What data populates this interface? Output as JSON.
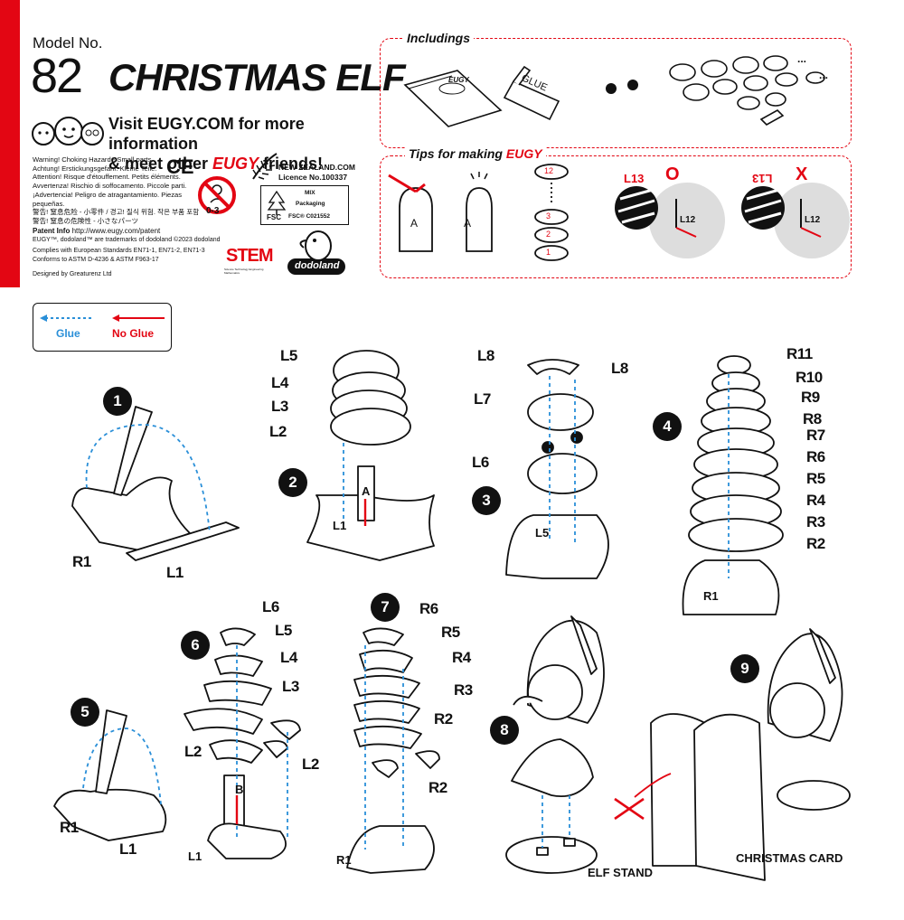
{
  "header": {
    "model_label": "Model No.",
    "model_number": "82",
    "title": "CHRISTMAS ELF",
    "visit_line1_pre": "Visit ",
    "visit_line1_site": "EUGY.COM",
    "visit_line1_post": " for more information",
    "visit_line2_pre": "& meet other ",
    "visit_line2_brand": "EUGY",
    "visit_line2_post": " friends!",
    "ce_mark": "CE",
    "age_mark": "0-3"
  },
  "warnings": [
    "Warning! Choking Hazard - Small parts.",
    "Achtung! Erstickungsgefahr. Kleine Teile.",
    "Attention! Risque d'étouffement. Petits éléments.",
    "Avvertenza! Rischio di soffocamento. Piccole parti.",
    "¡Advertencia! Peligro de atragantamiento. Piezas pequeñas.",
    "警告! 窒息危险 - 小零件 / 경고! 질식 위험. 작은 부품 포함",
    "警告! 窒息の危険性 - 小さなパーツ"
  ],
  "info": {
    "patent_label": "Patent Info",
    "patent_url": "http://www.eugy.com/patent",
    "trademark": "EUGY™, dodoland™ are trademarks of dodoland ©2023 dodoland",
    "standards1": "Complies with European Standards EN71-1, EN71-2, EN71-3",
    "standards2": "Conforms to ASTM D-4236 & ASTM F963-17",
    "designed_by": "Designed by Greaturenz Ltd"
  },
  "nz": {
    "site": "NEW ZEALAND.COM",
    "licence": "Licence No.100337",
    "tm": "TM"
  },
  "fsc": {
    "mix": "MIX",
    "packaging": "Packaging",
    "code": "FSC® C021552",
    "fsc_label": "FSC"
  },
  "logos": {
    "stem": "STEM",
    "stem_sub": "Science Technology Engineering Mathematics",
    "dodoland": "dodoland"
  },
  "includings": {
    "title": "Includings",
    "glue": "GLUE",
    "eugy_sheet": "EUGY",
    "ellipsis": "..."
  },
  "tips": {
    "title_pre": "Tips for making ",
    "title_brand": "EUGY",
    "piece_letter": "A",
    "disc_numbers": [
      "12",
      "3",
      "2",
      "1"
    ],
    "correct_mark": "O",
    "wrong_mark": "X",
    "l13": "L13",
    "l12": "L12"
  },
  "legend": {
    "glue": "Glue",
    "no_glue": "No Glue"
  },
  "steps": [
    "1",
    "2",
    "3",
    "4",
    "5",
    "6",
    "7",
    "8",
    "9"
  ],
  "step1": {
    "r1": "R1",
    "l1": "L1"
  },
  "step2": {
    "l5": "L5",
    "l4": "L4",
    "l3": "L3",
    "l2": "L2",
    "l1": "L1",
    "a": "A"
  },
  "step3": {
    "l8a": "L8",
    "l8b": "L8",
    "l7": "L7",
    "l6": "L6",
    "l5": "L5"
  },
  "step4": {
    "labels": [
      "R11",
      "R10",
      "R9",
      "R8",
      "R7",
      "R6",
      "R5",
      "R4",
      "R3",
      "R2"
    ],
    "r1": "R1"
  },
  "step5": {
    "r1": "R1",
    "l1": "L1"
  },
  "step6": {
    "l6": "L6",
    "l5": "L5",
    "l4": "L4",
    "l3": "L3",
    "l2a": "L2",
    "l2b": "L2",
    "b": "B",
    "l1": "L1"
  },
  "step7": {
    "r6": "R6",
    "r5": "R5",
    "r4": "R4",
    "r3": "R3",
    "r2a": "R2",
    "r2b": "R2",
    "r1": "R1"
  },
  "step8": {
    "stand": "ELF STAND"
  },
  "step9": {
    "card": "CHRISTMAS CARD"
  },
  "colors": {
    "accent": "#e30613",
    "glue": "#2a8fd8",
    "ink": "#111111"
  }
}
